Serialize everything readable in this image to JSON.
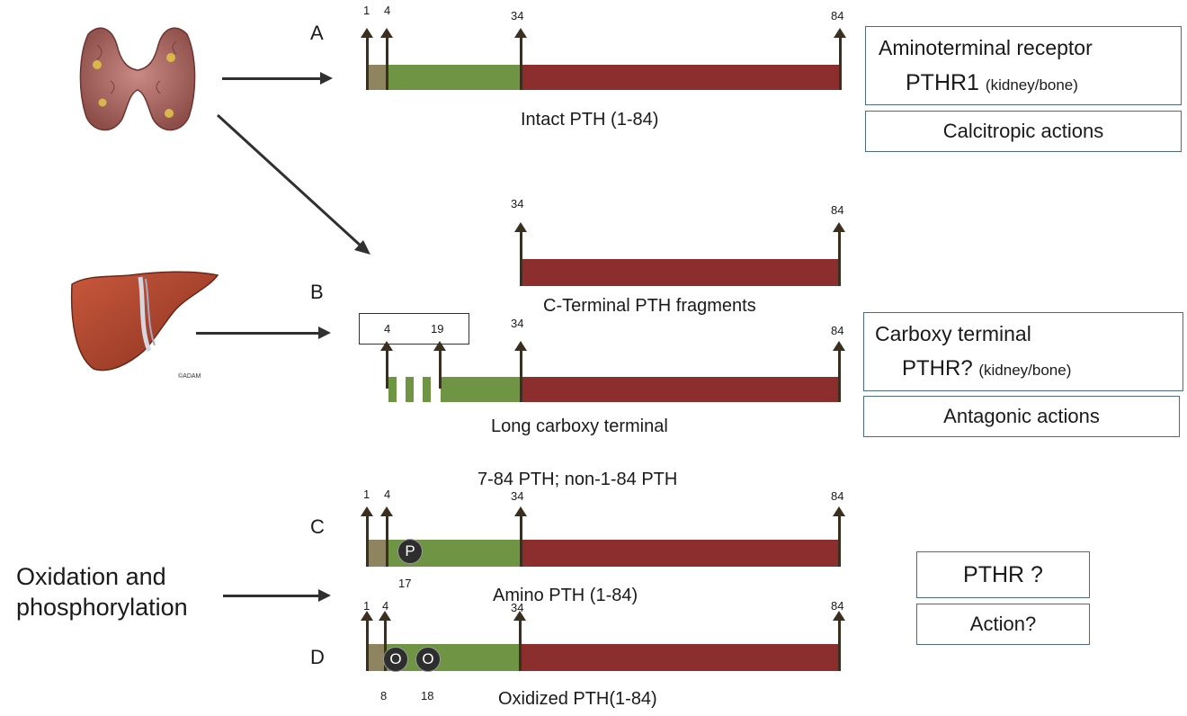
{
  "labels": {
    "a": "A",
    "b": "B",
    "c": "C",
    "d": "D"
  },
  "left": {
    "oxidation_line1": "Oxidation and",
    "oxidation_line2": "phosphorylation",
    "adam_mark": "©ADAM"
  },
  "row_a": {
    "nums": [
      "1",
      "4",
      "34",
      "84"
    ],
    "caption": "Intact PTH (1-84)"
  },
  "row_b_top": {
    "nums": [
      "34",
      "84"
    ],
    "caption": "C-Terminal PTH fragments"
  },
  "row_b_long": {
    "box_nums": [
      "4",
      "19"
    ],
    "nums": [
      "34",
      "84"
    ],
    "caption": "Long carboxy terminal",
    "subcaption": "7-84 PTH; non-1-84 PTH"
  },
  "row_c": {
    "nums": [
      "1",
      "4",
      "34",
      "84"
    ],
    "circle": "P",
    "site": "17",
    "caption": "Amino PTH (1-84)"
  },
  "row_d": {
    "nums": [
      "1",
      "4",
      "34",
      "84"
    ],
    "circles": [
      "O",
      "O"
    ],
    "sites": [
      "8",
      "18"
    ],
    "caption": "Oxidized PTH(1-84)"
  },
  "right_boxes": {
    "amino_line1": "Aminoterminal receptor",
    "amino_line2": "PTHR1",
    "amino_line2_small": "(kidney/bone)",
    "calcitropic": "Calcitropic actions",
    "carboxy_line1": "Carboxy terminal",
    "carboxy_line2": "PTHR?",
    "carboxy_line2_small": "(kidney/bone)",
    "antagonic": "Antagonic actions",
    "pthr_q": "PTHR ?",
    "action_q": "Action?"
  },
  "colors": {
    "tan": "#8e8560",
    "green": "#6e9444",
    "red": "#8c2e2e",
    "box_border": "#4a6a8a"
  }
}
